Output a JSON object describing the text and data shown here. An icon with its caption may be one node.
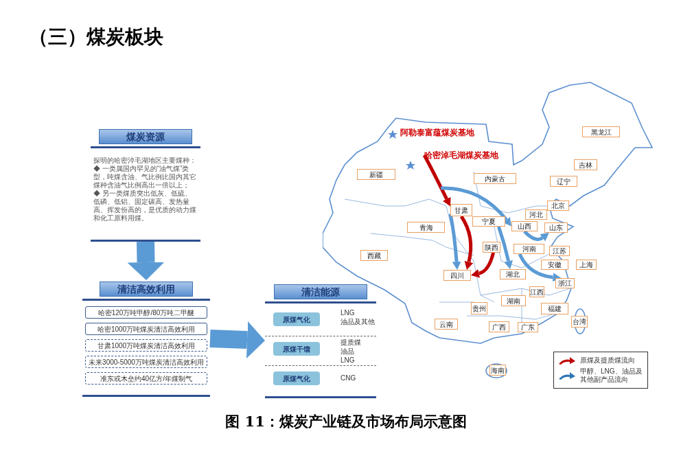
{
  "diagram": {
    "title": "（三）煤炭板块",
    "caption": "图 11：煤炭产业链及市场布局示意图",
    "nodes": [
      {
        "text": [
          "煤炭资源",
          "探明的哈密淖毛湖地区主要煤种：",
          "◆ 一类属国内罕见的“油气煤”类型，吨煤含油、气比例比国内其它煤种含油气比例高出一倍以上；",
          "◆ 另一类煤质突出低灰、低硫、低磷、低铝、固定碳高、发热量高、挥发份高的，是优质的动力煤和化工原料用煤。"
        ]
      },
      {
        "text": [
          "清洁高效利用"
        ]
      },
      {
        "text": [
          "哈密120万吨甲醇/80万吨二甲醚"
        ],
        "in": 1
      },
      {
        "text": [
          "哈密1000万吨煤炭清洁高效利用"
        ],
        "in": 1
      },
      {
        "text": [
          "甘肃1000万吨煤炭清洁高效利用"
        ],
        "in": 1
      },
      {
        "text": [
          "未来3000-5000万吨煤炭清洁高效利用"
        ],
        "in": 1
      },
      {
        "text": [
          "准东或木垒约40亿方/年煤制气"
        ],
        "in": 1
      },
      {
        "text": [
          "清洁能源"
        ]
      },
      {
        "text": [
          "原煤气化"
        ],
        "in": 7,
        "beside": [
          "LNG",
          "油品及其他"
        ]
      },
      {
        "text": [
          "原煤干馏"
        ],
        "in": 7,
        "beside": [
          "提质煤",
          "油品",
          "LNG"
        ]
      },
      {
        "text": [
          "原煤气化"
        ],
        "in": 7,
        "beside": [
          "CNG"
        ]
      },
      {
        "text": [],
        "shape": "picture"
      },
      {
        "text": [
          "阿勒泰富蕴煤炭基地"
        ],
        "in": 11
      },
      {
        "text": [
          "哈密淖毛湖煤炭基地"
        ],
        "in": 11
      },
      {
        "text": [
          "黑龙江"
        ],
        "in": 11
      },
      {
        "text": [
          "吉林"
        ],
        "in": 11
      },
      {
        "text": [
          "新疆"
        ],
        "in": 11
      },
      {
        "text": [
          "辽宁"
        ],
        "in": 11
      },
      {
        "text": [
          "内蒙古"
        ],
        "in": 11
      },
      {
        "text": [
          "北京"
        ],
        "in": 11
      },
      {
        "text": [
          "甘肃"
        ],
        "in": 11
      },
      {
        "text": [
          "河北"
        ],
        "in": 11
      },
      {
        "text": [
          "宁夏"
        ],
        "in": 11
      },
      {
        "text": [
          "青海"
        ],
        "in": 11
      },
      {
        "text": [
          "山西"
        ],
        "in": 11
      },
      {
        "text": [
          "山东"
        ],
        "in": 11
      },
      {
        "text": [
          "陕西"
        ],
        "in": 11
      },
      {
        "text": [
          "河南"
        ],
        "in": 11
      },
      {
        "text": [
          "江苏"
        ],
        "in": 11
      },
      {
        "text": [
          "西藏"
        ],
        "in": 11
      },
      {
        "text": [
          "安徽"
        ],
        "in": 11
      },
      {
        "text": [
          "上海"
        ],
        "in": 11
      },
      {
        "text": [
          "湖北"
        ],
        "in": 11
      },
      {
        "text": [
          "四川"
        ],
        "in": 11
      },
      {
        "text": [
          "浙江"
        ],
        "in": 11
      },
      {
        "text": [
          "江西"
        ],
        "in": 11
      },
      {
        "text": [
          "湖南"
        ],
        "in": 11
      },
      {
        "text": [
          "福建"
        ],
        "in": 11
      },
      {
        "text": [
          "贵州"
        ],
        "in": 11
      },
      {
        "text": [
          "台湾"
        ],
        "in": 11
      },
      {
        "text": [
          "云南"
        ],
        "in": 11
      },
      {
        "text": [
          "广西"
        ],
        "in": 11
      },
      {
        "text": [
          "广东"
        ],
        "in": 11
      },
      {
        "text": [
          "海南"
        ],
        "in": 11
      }
    ],
    "edges": [
      {
        "from": 0,
        "to": 1,
        "arrow": "to",
        "style": "thick"
      },
      {
        "from": 1,
        "to": 7,
        "arrow": "to",
        "style": "thick"
      },
      {
        "from": 13,
        "to": 20,
        "arrow": "to",
        "color": "#c00000"
      },
      {
        "from": null,
        "to": 24,
        "arrow": "to"
      },
      {
        "from": 20,
        "to": 33,
        "arrow": "to"
      },
      {
        "from": 20,
        "to": 33,
        "arrow": "to",
        "color": "#c00000"
      },
      {
        "from": 26,
        "to": 33,
        "arrow": "to",
        "color": "#c00000"
      },
      {
        "from": 22,
        "to": 32,
        "arrow": "to"
      },
      {
        "from": 24,
        "to": 25,
        "arrow": "to"
      },
      {
        "from": 27,
        "to": 34,
        "arrow": "to"
      }
    ],
    "legend": [
      {
        "text": "原煤及提质煤流向"
      },
      {
        "text": "甲醇、LNG、油品及其他副产品流向"
      }
    ]
  }
}
